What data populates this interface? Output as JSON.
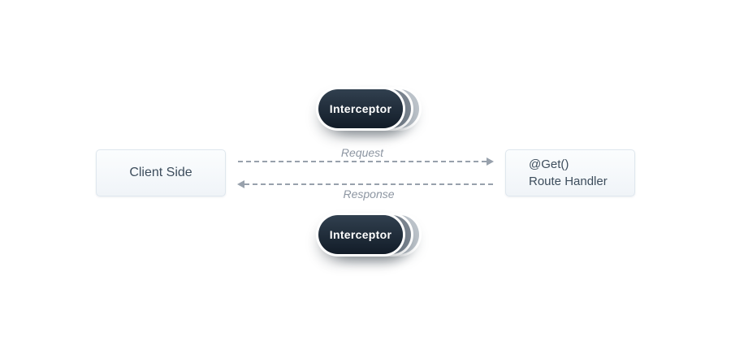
{
  "diagram": {
    "client_box": {
      "label": "Client Side"
    },
    "handler_box": {
      "line1": "@Get()",
      "line2": "Route Handler"
    },
    "interceptor_top": {
      "label": "Interceptor"
    },
    "interceptor_bottom": {
      "label": "Interceptor"
    },
    "request_arrow": {
      "label": "Request",
      "direction": "right"
    },
    "response_arrow": {
      "label": "Response",
      "direction": "left"
    },
    "colors": {
      "background": "#ffffff",
      "pill_dark_top": "#31404f",
      "pill_dark": "#121c28",
      "echo_arc_1": "#7b8590",
      "echo_arc_2": "#bcc3ca",
      "box_border": "#dfe7ee",
      "box_text": "#3d4d5c",
      "arrow": "#98a1ac",
      "label_text": "#8d96a2"
    }
  }
}
